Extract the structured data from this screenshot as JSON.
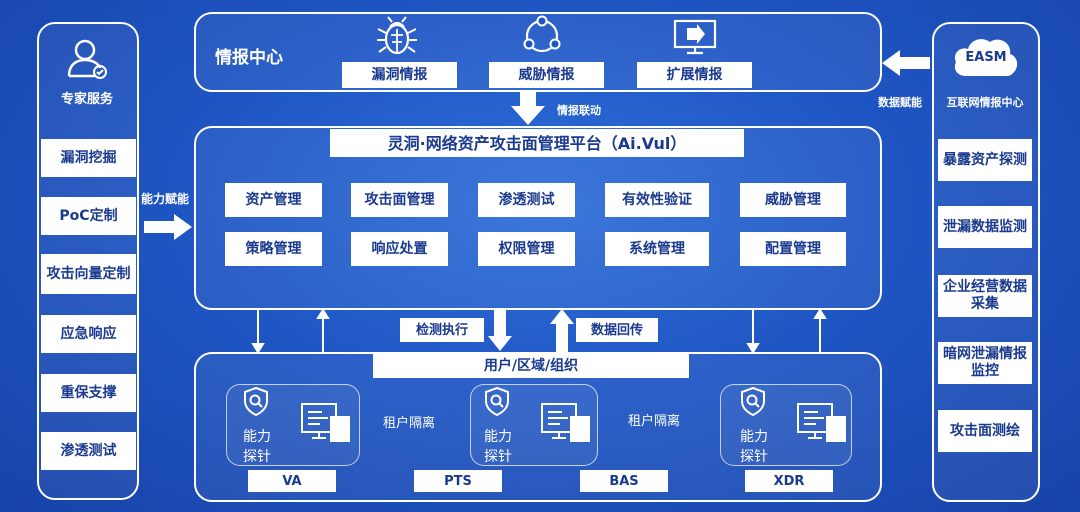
{
  "left_panel": {
    "title": "专家服务",
    "items": [
      "漏洞挖掘",
      "PoC定制",
      "攻击向量定制",
      "应急响应",
      "重保支撑",
      "渗透测试"
    ]
  },
  "intel_center": {
    "title": "情报中心",
    "items": [
      "漏洞情报",
      "威胁情报",
      "扩展情报"
    ]
  },
  "right_panel": {
    "badge": "EASM",
    "title": "互联网情报中心",
    "items": [
      "暴露资产探测",
      "泄漏数据监测",
      "企业经营数据采集",
      "暗网泄漏情报监控",
      "攻击面测绘"
    ]
  },
  "platform": {
    "title": "灵洞·网络资产攻击面管理平台（Ai.Vul）",
    "modules": [
      "资产管理",
      "攻击面管理",
      "渗透测试",
      "有效性验证",
      "威胁管理",
      "策略管理",
      "响应处置",
      "权限管理",
      "系统管理",
      "配置管理"
    ]
  },
  "arrows": {
    "intel_link": "情报联动",
    "data_empower": "数据赋能",
    "ability_empower": "能力赋能",
    "detect_exec": "检测执行",
    "data_return": "数据回传"
  },
  "bottom": {
    "bar": "用户/区域/组织",
    "probe_label_1": "能力",
    "probe_label_2": "探针",
    "isolation": "租户隔离",
    "products": [
      "VA",
      "PTS",
      "BAS",
      "XDR"
    ]
  }
}
